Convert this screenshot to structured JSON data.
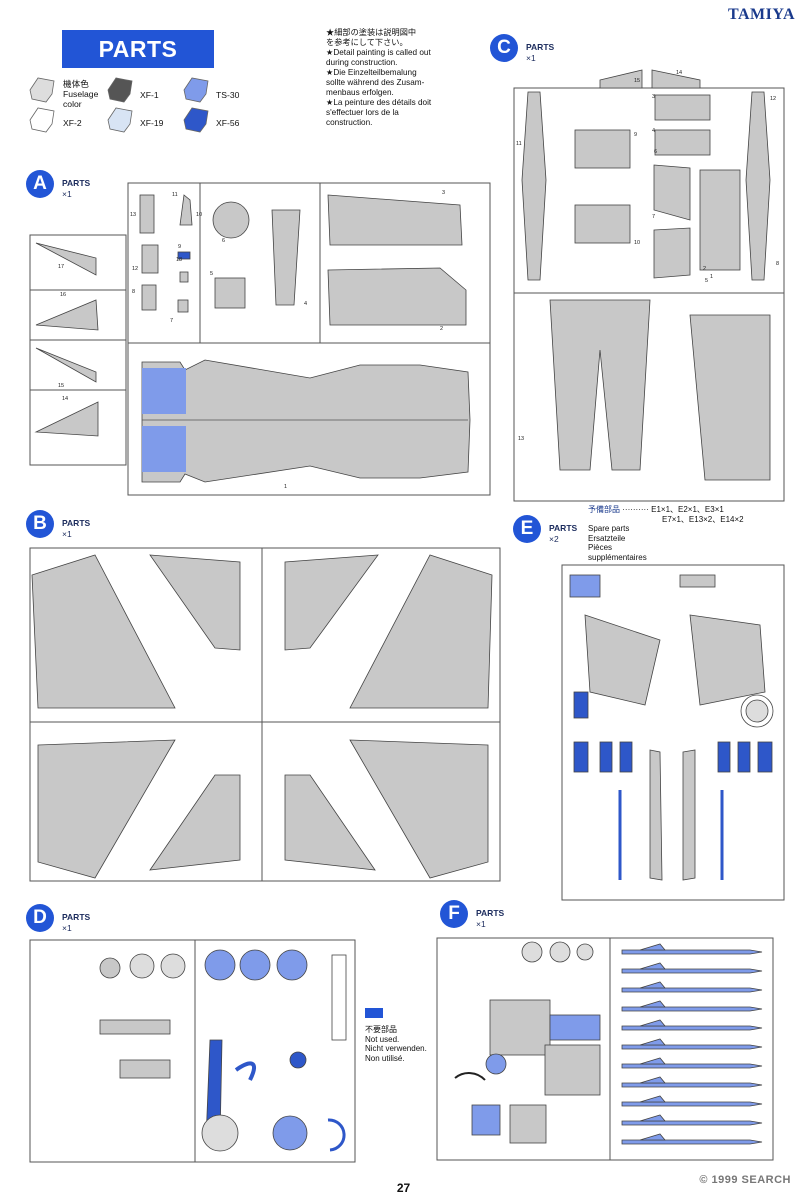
{
  "header": {
    "brand": "TAMIYA",
    "title": "PARTS"
  },
  "notes": {
    "lines": [
      "★細部の塗装は説明図中",
      "を参考にして下さい。",
      "★Detail painting is called out",
      "during construction.",
      "★Die Einzelteilbemalung",
      "sollte während des Zusam-",
      "menbaus erfolgen.",
      "★La peinture des détails doit",
      "s'effectuer lors de la",
      "construction."
    ]
  },
  "colors": {
    "fuselage": "#dddddd",
    "xf2": "#ffffff",
    "xf1": "#555555",
    "xf19": "#d8e4f4",
    "ts30": "#7f9bea",
    "xf56": "#2e57c9",
    "accent": "#2255d6",
    "part_fill": "#c8c8c8"
  },
  "legend": {
    "fuselage": [
      "機体色",
      "Fuselage",
      "color"
    ],
    "xf1": "XF-1",
    "ts30": "TS-30",
    "xf2": "XF-2",
    "xf19": "XF-19",
    "xf56": "XF-56"
  },
  "sprues": {
    "A": {
      "letter": "A",
      "label": "PARTS",
      "count": "×1"
    },
    "B": {
      "letter": "B",
      "label": "PARTS",
      "count": "×1"
    },
    "C": {
      "letter": "C",
      "label": "PARTS",
      "count": "×1"
    },
    "D": {
      "letter": "D",
      "label": "PARTS",
      "count": "×1"
    },
    "E": {
      "letter": "E",
      "label": "PARTS",
      "count": "×2"
    },
    "F": {
      "letter": "F",
      "label": "PARTS",
      "count": "×1"
    }
  },
  "spare_parts": {
    "jp": "予備部品",
    "dots": "··········",
    "list1": "E1×1、E2×1、E3×1",
    "list2": "E7×1、E13×2、E14×2",
    "en": "Spare parts",
    "de": "Ersatzteile",
    "fr1": "Pièces",
    "fr2": "supplémentaires"
  },
  "not_used": {
    "jp": "不要部品",
    "en": "Not used.",
    "de": "Nicht verwenden.",
    "fr": "Non utilisé."
  },
  "part_numbers": {
    "a": [
      "1",
      "2",
      "3",
      "4",
      "5",
      "6",
      "7",
      "8",
      "9",
      "10",
      "11",
      "12",
      "13",
      "14",
      "15",
      "16",
      "17",
      "18"
    ],
    "c": [
      "1",
      "2",
      "3",
      "4",
      "5",
      "6",
      "7",
      "8",
      "9",
      "10",
      "11",
      "12",
      "13",
      "14",
      "15"
    ]
  },
  "footer": {
    "page": "27",
    "watermark": "© 1999 SEARCH"
  }
}
